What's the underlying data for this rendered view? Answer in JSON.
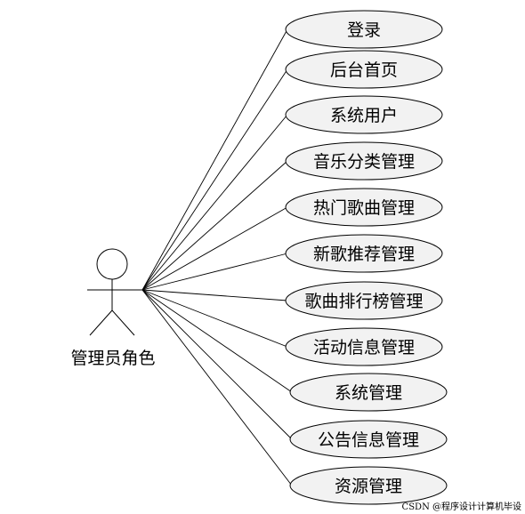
{
  "actor": {
    "name": "管理员角色"
  },
  "use_cases": [
    {
      "label": "登录"
    },
    {
      "label": "后台首页"
    },
    {
      "label": "系统用户"
    },
    {
      "label": "音乐分类管理"
    },
    {
      "label": "热门歌曲管理"
    },
    {
      "label": "新歌推荐管理"
    },
    {
      "label": "歌曲排行榜管理"
    },
    {
      "label": "活动信息管理"
    },
    {
      "label": "系统管理"
    },
    {
      "label": "公告信息管理"
    },
    {
      "label": "资源管理"
    }
  ],
  "watermark": "CSDN @程序设计计算机毕设",
  "colors": {
    "ellipse_fill": "#f2f2f2",
    "stroke": "#000000",
    "watermark": "#c8c8c8"
  }
}
